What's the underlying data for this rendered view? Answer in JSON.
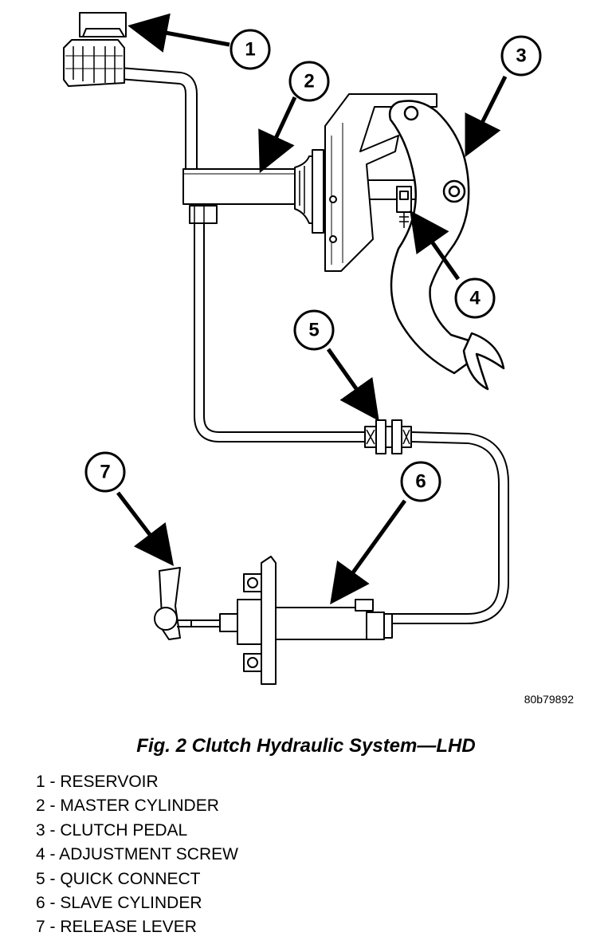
{
  "figure": {
    "code": "80b79892",
    "caption": "Fig. 2 Clutch Hydraulic System—LHD"
  },
  "callouts": [
    "1",
    "2",
    "3",
    "4",
    "5",
    "6",
    "7"
  ],
  "legend": [
    "1 - RESERVOIR",
    "2 - MASTER CYLINDER",
    "3 - CLUTCH PEDAL",
    "4 - ADJUSTMENT SCREW",
    "5 - QUICK CONNECT",
    "6 - SLAVE CYLINDER",
    "7 - RELEASE LEVER"
  ]
}
